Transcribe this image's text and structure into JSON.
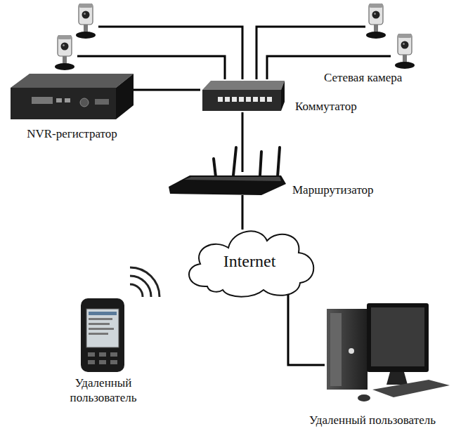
{
  "diagram": {
    "nodes": [
      {
        "text": [
          "Сетевая камера"
        ]
      },
      {
        "text": [
          "Коммутатор"
        ]
      },
      {
        "text": [
          "NVR-регистратор"
        ]
      },
      {
        "text": [
          "Маршрутизатор"
        ]
      },
      {
        "text": [
          "Internet"
        ]
      },
      {
        "text": [
          "Удаленный пользователь"
        ]
      },
      {
        "text": [
          "Удаленный пользователь"
        ]
      }
    ],
    "edges": [
      {
        "from": 0,
        "to": 1,
        "arrow": "none"
      },
      {
        "from": 2,
        "to": 1,
        "arrow": "none"
      },
      {
        "from": 1,
        "to": 3,
        "arrow": "none"
      },
      {
        "from": 3,
        "to": 4,
        "arrow": "none"
      },
      {
        "from": 4,
        "to": 6,
        "arrow": "none"
      }
    ]
  }
}
